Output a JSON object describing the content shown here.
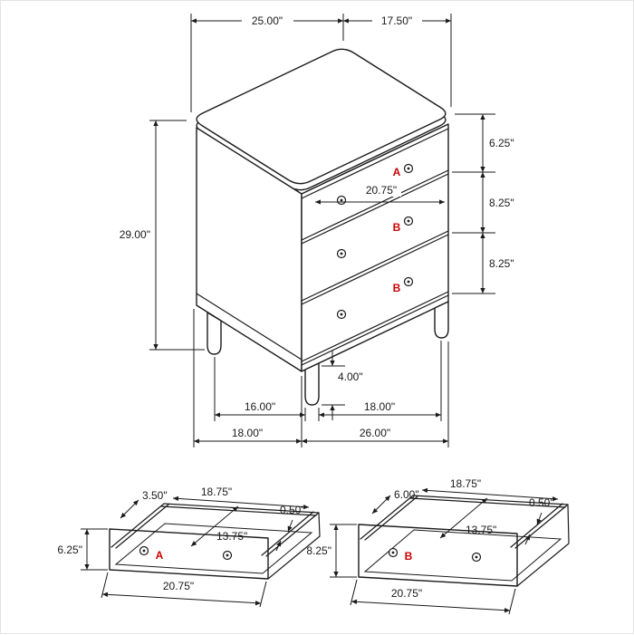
{
  "colors": {
    "line": "#1a1a1a",
    "drawer_label": "#cc0000"
  },
  "main_view": {
    "dims": {
      "top_width": "25.00\"",
      "top_depth": "17.50\"",
      "height": "29.00\"",
      "top_drawer_height": "6.25\"",
      "middle_drawer_height": "8.25\"",
      "bottom_drawer_height": "8.25\"",
      "drawer_front_width": "20.75\"",
      "leg_height": "4.00\"",
      "leg_span_left": "16.00\"",
      "leg_span_right": "18.00\"",
      "footprint_depth": "18.00\"",
      "footprint_width": "26.00\""
    },
    "drawer_labels": {
      "top": "A",
      "middle": "B",
      "bottom": "B"
    }
  },
  "drawer_a_view": {
    "label": "A",
    "dims": {
      "side_height": "3.50\"",
      "inner_width": "18.75\"",
      "wall_thickness": "0.50\"",
      "inner_depth": "13.75\"",
      "front_height": "6.25\"",
      "front_width": "20.75\""
    }
  },
  "drawer_b_view": {
    "label": "B",
    "dims": {
      "side_height": "6.00\"",
      "inner_width": "18.75\"",
      "wall_thickness": "0.50\"",
      "inner_depth": "13.75\"",
      "front_height": "8.25\"",
      "front_width": "20.75\""
    }
  }
}
